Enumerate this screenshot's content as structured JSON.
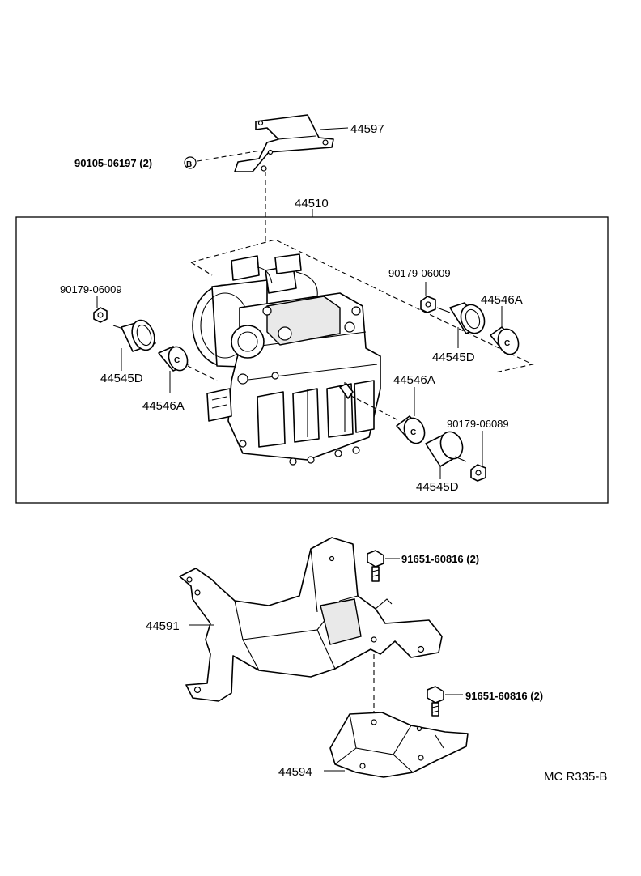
{
  "labels": {
    "bracket_top": "44597",
    "bolt_top": "90105-06197 (2)",
    "bolt_top_marker": "B",
    "assembly": "44510",
    "nut_left": "90179-06009",
    "mount_left": "44545D",
    "cushion_left": "44546A",
    "nut_right_upper": "90179-06009",
    "cushion_right_upper": "44546A",
    "mount_right_upper": "44545D",
    "cushion_right_lower": "44546A",
    "nut_right_lower": "90179-06089",
    "mount_right_lower": "44545D",
    "bolt_mid": "91651-60816 (2)",
    "bracket_main": "44591",
    "bolt_low": "91651-60816 (2)",
    "bracket_low": "44594",
    "cushion_marker": "C",
    "ref_code": "MC R335-B"
  }
}
